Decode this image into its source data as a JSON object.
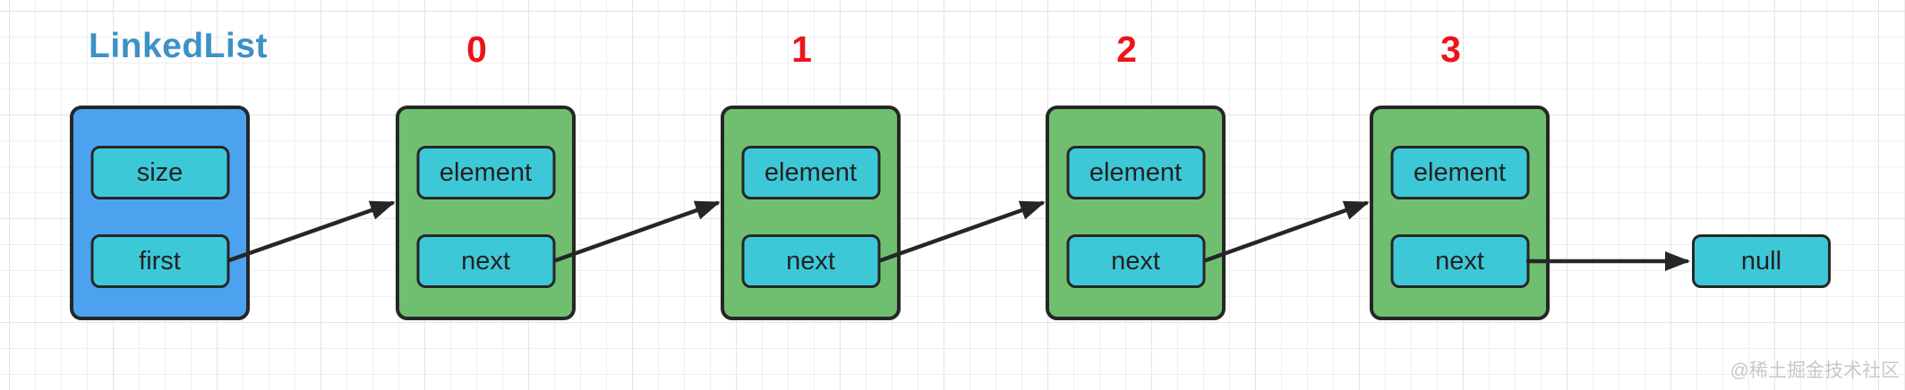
{
  "title": "LinkedList",
  "header": {
    "size_label": "size",
    "first_label": "first"
  },
  "nodes": [
    {
      "index": "0",
      "element_label": "element",
      "next_label": "next"
    },
    {
      "index": "1",
      "element_label": "element",
      "next_label": "next"
    },
    {
      "index": "2",
      "element_label": "element",
      "next_label": "next"
    },
    {
      "index": "3",
      "element_label": "element",
      "next_label": "next"
    }
  ],
  "terminator": {
    "null_label": "null"
  },
  "watermark": "@稀土掘金技术社区",
  "colors": {
    "title_text": "#3d91c7",
    "index_text": "#ed1418",
    "header_fill": "#4da2f0",
    "node_fill": "#70bf70",
    "field_fill": "#3dc8d8",
    "outline": "#262626",
    "grid_line": "#efefef",
    "watermark_text": "#c8c8c8"
  }
}
